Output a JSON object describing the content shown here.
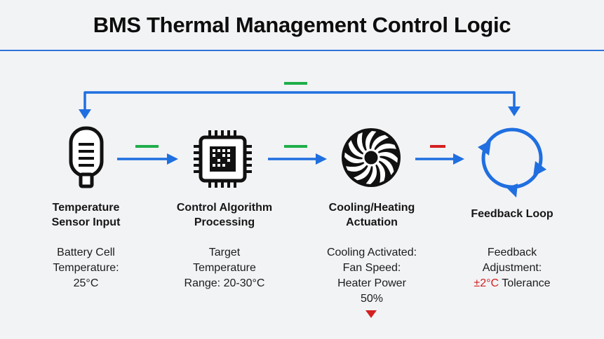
{
  "title": "BMS Thermal Management Control Logic",
  "colors": {
    "accent_blue": "#2f73d9",
    "arrow_blue": "#1f6fe0",
    "positive_green": "#1fae4a",
    "negative_red": "#d42020",
    "icon_black": "#111111"
  },
  "steps": [
    {
      "icon": "thermometer-icon",
      "label_lines": [
        "Temperature",
        "Sensor Input"
      ],
      "desc_lines": [
        "Battery Cell",
        "Temperature:",
        "25°C"
      ]
    },
    {
      "icon": "microchip-icon",
      "label_lines": [
        "Control Algorithm",
        "Processing"
      ],
      "desc_lines": [
        "Target",
        "Temperature",
        "Range: 20-30°C"
      ]
    },
    {
      "icon": "fan-icon",
      "label_lines": [
        "Cooling/Heating",
        "Actuation"
      ],
      "desc_lines": [
        "Cooling Activated:",
        "Fan Speed:",
        "Heater Power",
        "50%"
      ]
    },
    {
      "icon": "feedback-loop-icon",
      "label_lines": [
        "Feedback Loop"
      ],
      "desc_lines": [
        "Feedback",
        "Adjustment:"
      ],
      "desc_highlight": "±2°C",
      "desc_tail": " Tolerance"
    }
  ]
}
